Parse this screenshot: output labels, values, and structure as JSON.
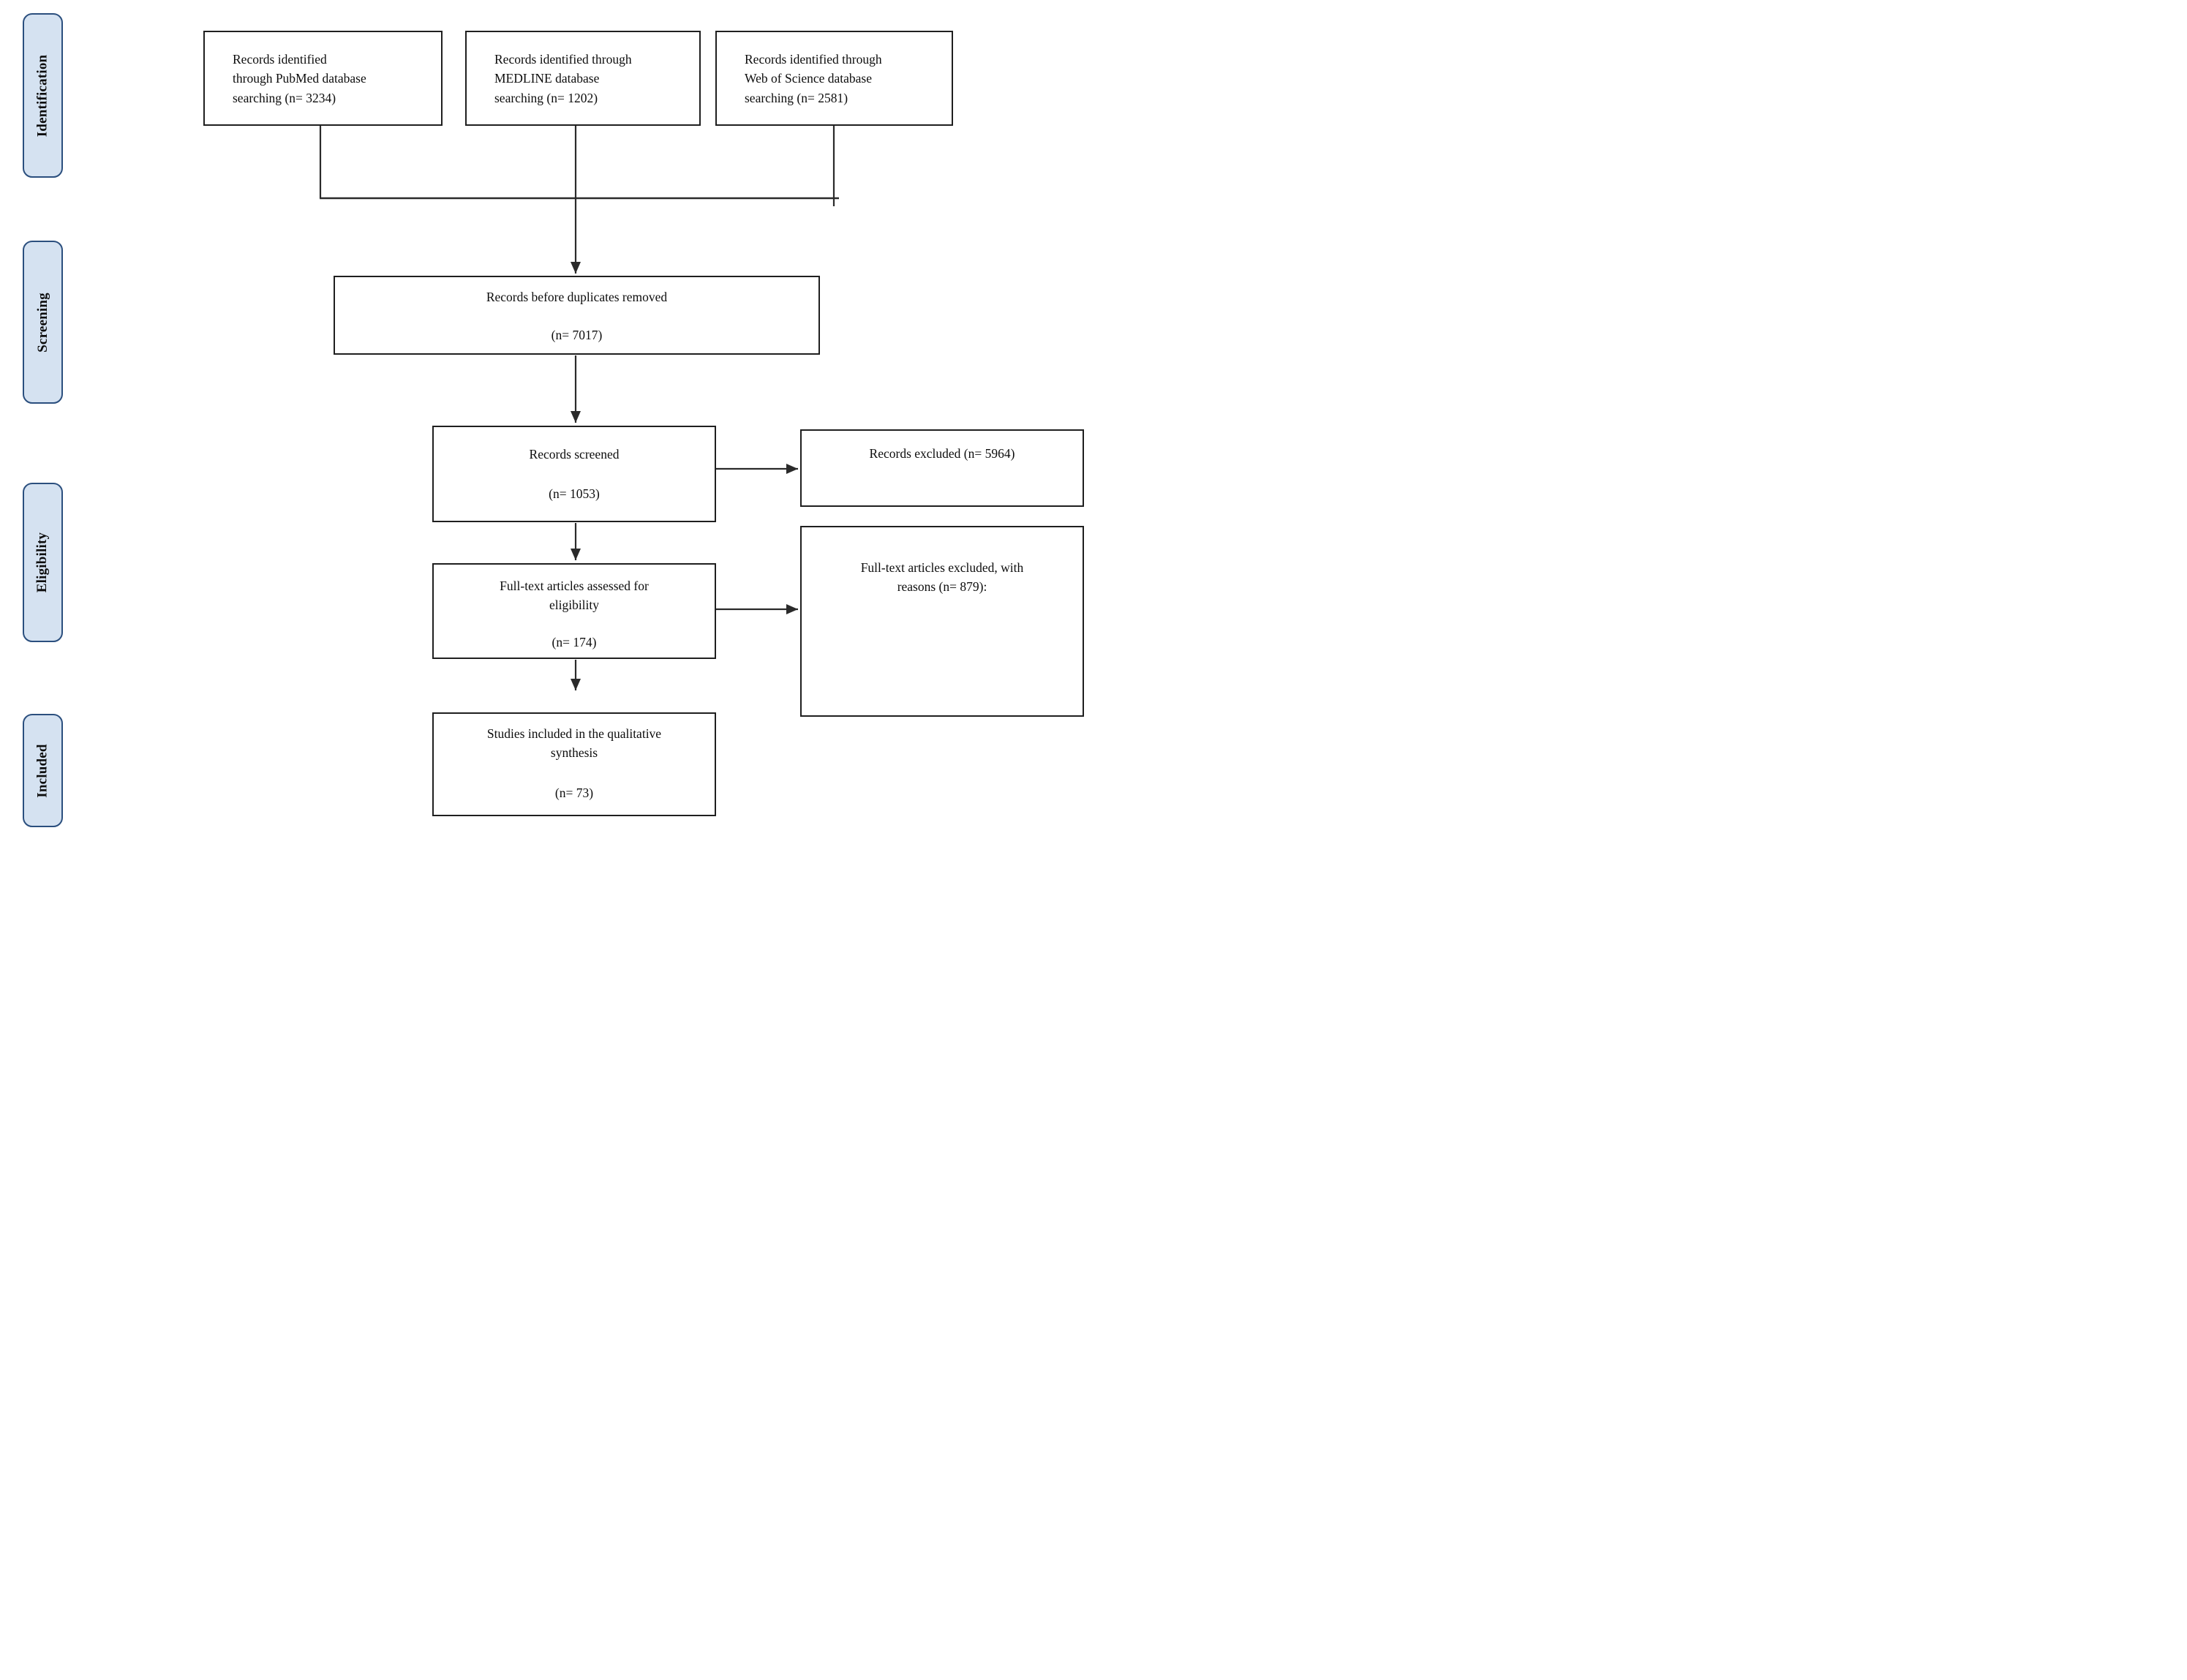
{
  "diagram": {
    "stages": [
      {
        "label": "Identification"
      },
      {
        "label": "Screening"
      },
      {
        "label": "Eligibility"
      },
      {
        "label": "Included"
      }
    ],
    "source_boxes": [
      {
        "lines": [
          "Records identified",
          "through PubMed database",
          "searching (n= 3234)"
        ]
      },
      {
        "lines": [
          "Records identified through",
          "MEDLINE database",
          "searching (n= 1202)"
        ]
      },
      {
        "lines": [
          "Records identified through",
          "Web of Science database",
          "searching (n= 2581)"
        ]
      }
    ],
    "flow_boxes": {
      "duplicates": {
        "title": "Records before duplicates removed",
        "count": "(n= 7017)"
      },
      "screened": {
        "title": "Records screened",
        "count": "(n= 1053)"
      },
      "records_excluded": {
        "title": "Records excluded (n= 5964)"
      },
      "fulltext": {
        "title_lines": [
          "Full-text articles assessed for",
          "eligibility"
        ],
        "count": "(n= 174)"
      },
      "fulltext_excluded": {
        "title_lines": [
          "Full-text articles excluded, with",
          "reasons (n= 879):"
        ]
      },
      "included": {
        "title_lines": [
          "Studies included in the qualitative",
          "synthesis"
        ],
        "count": "(n= 73)"
      }
    },
    "colors": {
      "stage_fill": "#d5e2f1",
      "stage_border": "#2b4f7e",
      "box_border": "#1f1f1f",
      "connector": "#2a2a2a"
    }
  }
}
